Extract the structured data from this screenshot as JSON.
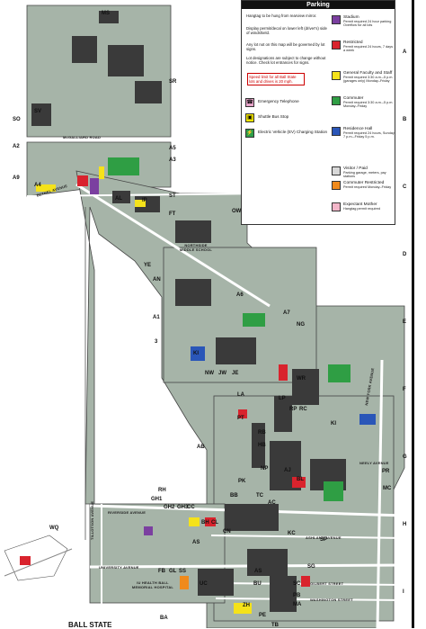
{
  "legend": {
    "title": "Parking",
    "notes": [
      "Hangtag to be hung from rearview mirror.",
      "Display permit/decal on lower left (driver's) side of windshield.",
      "Any lot not on this map will be governed by lot signs.",
      "Lot designations are subject to change without notice. Check lot entrances for signs."
    ],
    "speed_note": "Speed limit for all Ball State lots and drives is 20 mph.",
    "symbols": [
      {
        "glyph": "☎",
        "label": "Emergency Telephone",
        "color": "#e6a3c8"
      },
      {
        "glyph": "▣",
        "label": "Shuttle Bus Stop",
        "color": "#f3e600"
      },
      {
        "glyph": "⚡",
        "label": "Electric Vehicle (EV) Charging Station",
        "color": "#2e9e4a"
      }
    ],
    "categories": [
      {
        "name": "Stadium",
        "desc": "Permit required 24 hour parking Overflow for all lots",
        "color": "#7b3fa0"
      },
      {
        "name": "Restricted",
        "desc": "Permit required 24 hours, 7 days a week",
        "color": "#d9232d"
      },
      {
        "name": "General Faculty and Staff",
        "desc": "Permit required 3:30 a.m.–5 p.m. (garages only) Monday–Friday",
        "color": "#f5e21a"
      },
      {
        "name": "Commuter",
        "desc": "Permit required 3:30 a.m.–5 p.m. Monday–Friday",
        "color": "#2f9e44"
      },
      {
        "name": "Residence Hall",
        "desc": "Permit required 24 hours, Sunday 7 p.m.–Friday 5 p.m.",
        "color": "#2a56b8"
      },
      {
        "name": "Visitor / Paid",
        "desc": "Parking garage, meters, pay stations",
        "color": "#d8d8d8"
      },
      {
        "name": "Commuter Restricted",
        "desc": "Permit required Monday–Friday",
        "color": "#f08a1c"
      },
      {
        "name": "Expectant Mother",
        "desc": "Hangtag permit required",
        "color": "#f3b6c9"
      }
    ]
  },
  "grid_letters": [
    "A",
    "B",
    "C",
    "D",
    "E",
    "F",
    "G",
    "H",
    "I"
  ],
  "streets": [
    "McGALLIARD ROAD",
    "BETHEL AVENUE",
    "RIVERSIDE AVENUE",
    "UNIVERSITY AVENUE",
    "ASHLAND AVENUE",
    "WASHINGTON STREET",
    "NEW YORK AVENUE",
    "TILLOTSON AVENUE",
    "NEELY AVENUE",
    "GILBERT STREET"
  ],
  "lot_labels": [
    "MS",
    "SR",
    "SV",
    "SO",
    "A2",
    "A5",
    "A3",
    "A9",
    "A4",
    "ST",
    "FT",
    "AL",
    "IP",
    "YE",
    "OW",
    "AN",
    "A6",
    "A1",
    "A7",
    "NG",
    "3",
    "KI",
    "NW",
    "JW",
    "JE",
    "WR",
    "LA",
    "LP",
    "RP",
    "RC",
    "PT",
    "KI",
    "RB",
    "HB",
    "AB",
    "PR",
    "NP",
    "AJ",
    "BL",
    "MC",
    "PK",
    "TC",
    "AC",
    "BB",
    "RH",
    "GH1",
    "GH2",
    "GH3",
    "CC",
    "BH",
    "CL",
    "CN",
    "AS",
    "WQ",
    "KC",
    "SP",
    "FB",
    "GL",
    "SS",
    "SG",
    "AS",
    "UC",
    "BU",
    "SC",
    "PB",
    "MA",
    "PE",
    "ZH",
    "TB",
    "BA",
    "AP"
  ],
  "places": {
    "hospital": "IU HEALTH BALL MEMORIAL HOSPITAL",
    "school": "NORTHSIDE MIDDLE SCHOOL",
    "logo": "BALL STATE"
  }
}
